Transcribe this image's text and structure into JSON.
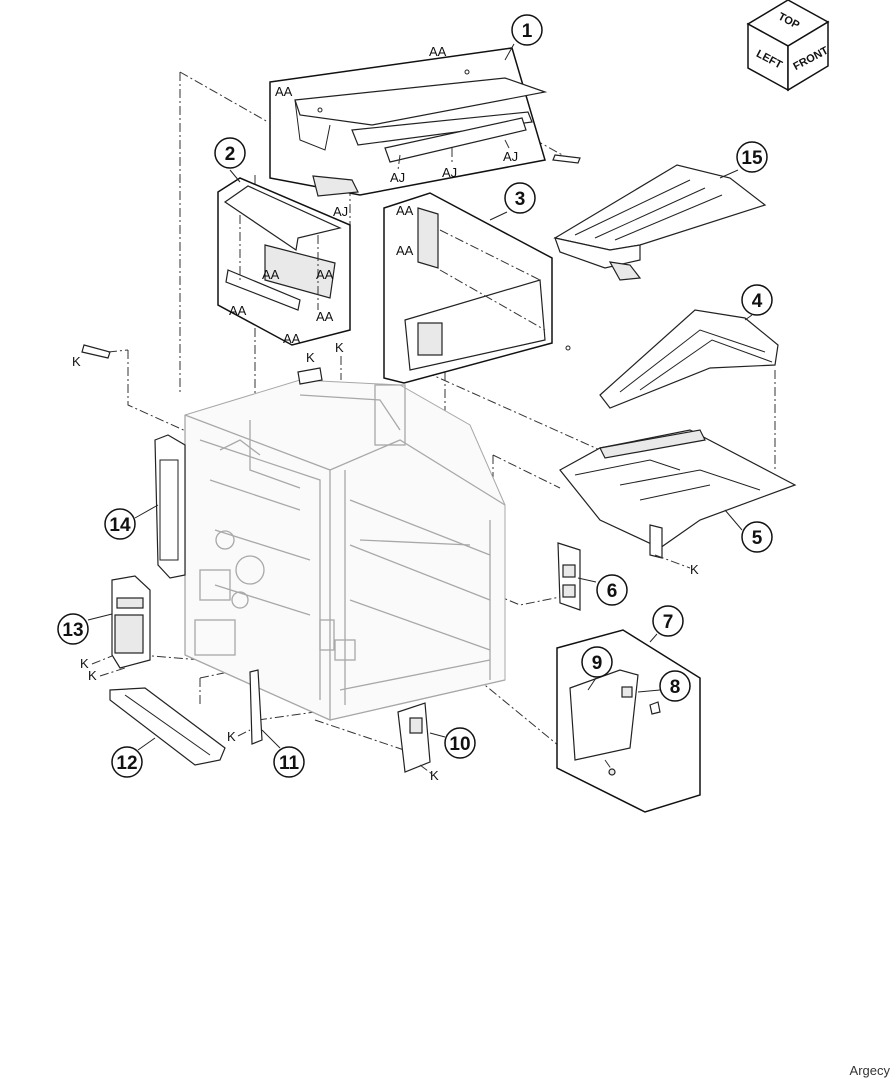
{
  "orientation_cube": {
    "top": "TOP",
    "left": "LEFT",
    "front": "FRONT"
  },
  "callouts": [
    "1",
    "2",
    "3",
    "4",
    "5",
    "6",
    "7",
    "8",
    "9",
    "10",
    "11",
    "12",
    "13",
    "14",
    "15"
  ],
  "letters": {
    "aa": "AA",
    "aj": "AJ",
    "k": "K"
  },
  "credit": "Argecy"
}
